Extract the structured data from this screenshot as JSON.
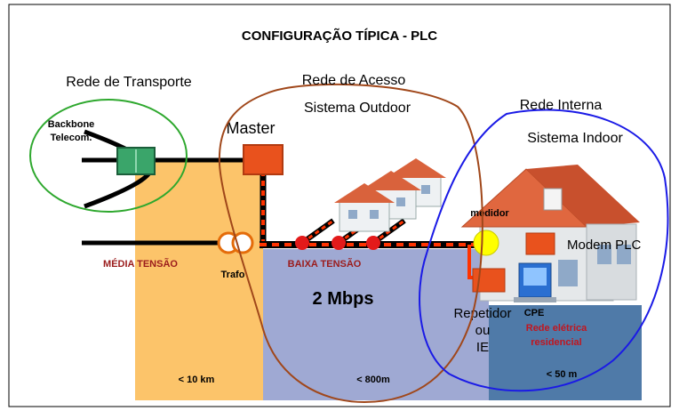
{
  "title": "CONFIGURAÇÃO TÍPICA - PLC",
  "regions": {
    "transporte": "Rede de Transporte",
    "acesso_line1": "Rede de Acesso",
    "acesso_line2": "Sistema Outdoor",
    "interna_line1": "Rede Interna",
    "interna_line2": "Sistema Indoor"
  },
  "nodes": {
    "backbone_line1": "Backbone",
    "backbone_line2": "Telecom.",
    "master": "Master",
    "trafo": "Trafo",
    "medidor": "medidor",
    "modem": "Modem PLC",
    "repetidor_line1": "Repetidor",
    "repetidor_line2": "ou",
    "repetidor_line3": "IE",
    "cpe": "CPE"
  },
  "zones": {
    "media_tensao": "MÉDIA TENSÃO",
    "baixa_tensao": "BAIXA TENSÃO",
    "speed": "2 Mbps",
    "residencial_line1": "Rede elétrica",
    "residencial_line2": "residencial"
  },
  "distances": {
    "d1": "< 10 km",
    "d2": "< 800m",
    "d3": "< 50 m"
  },
  "colors": {
    "orange_zone": "#fcc46a",
    "blue_zone": "#9fa9d3",
    "dark_blue_zone": "#4f7aa8",
    "label_red": "#9b1c1c",
    "green_ellipse": "#2ea82e",
    "brown_ellipse": "#a0471a",
    "blue_ellipse": "#1a1ae6"
  }
}
